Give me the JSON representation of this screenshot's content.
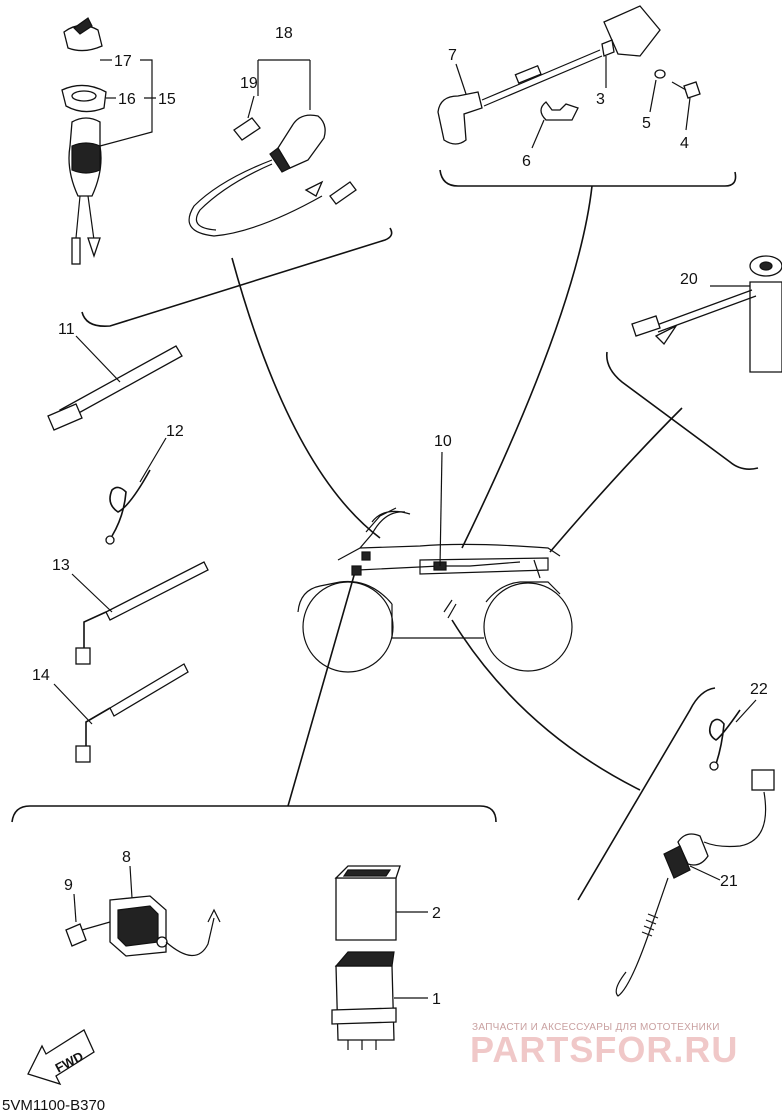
{
  "diagram": {
    "code": "5VM1100-B370",
    "fwd_label": "FWD",
    "watermark_line1": "ЗАПЧАСТИ И АКСЕССУАРЫ ДЛЯ МОТОТЕХНИКИ",
    "watermark_line2": "PARTSFOR.RU",
    "callouts": {
      "c1": "1",
      "c2": "2",
      "c3": "3",
      "c4": "4",
      "c5": "5",
      "c6": "6",
      "c7": "7",
      "c8": "8",
      "c9": "9",
      "c10": "10",
      "c11": "11",
      "c12": "12",
      "c13": "13",
      "c14": "14",
      "c15": "15",
      "c16": "16",
      "c17": "17",
      "c18": "18",
      "c19": "19",
      "c20": "20",
      "c21": "21",
      "c22": "22"
    }
  }
}
